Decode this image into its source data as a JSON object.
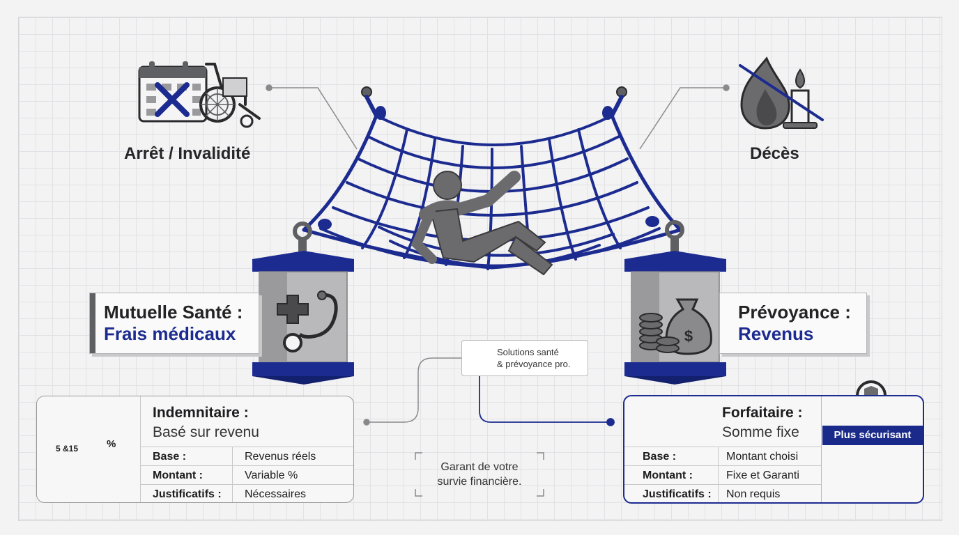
{
  "top_left": {
    "label": "Arrêt / Invalidité"
  },
  "top_right": {
    "label": "Décès"
  },
  "left_card": {
    "title": "Mutuelle Santé :",
    "subtitle": "Frais médicaux"
  },
  "right_card": {
    "title": "Prévoyance :",
    "subtitle": "Revenus"
  },
  "link_pill": {
    "line1": "Solutions santé",
    "line2": "& prévoyance pro."
  },
  "note": {
    "line1": "Garant de votre",
    "line2": "survie financière."
  },
  "scale_tags": {
    "left": "5 &15",
    "right": "%"
  },
  "left_panel": {
    "heading": "Indemnitaire :",
    "sub": "Basé sur revenu",
    "rows": [
      {
        "k": "Base :",
        "v": "Revenus réels"
      },
      {
        "k": "Montant :",
        "v": "Variable %"
      },
      {
        "k": "Justificatifs :",
        "v": "Nécessaires"
      }
    ]
  },
  "right_panel": {
    "heading": "Forfaitaire :",
    "sub": "Somme fixe",
    "badge": "Plus sécurisant",
    "rows": [
      {
        "k": "Base :",
        "v": "Montant choisi"
      },
      {
        "k": "Montant :",
        "v": "Fixe et Garanti"
      },
      {
        "k": "Justificatifs :",
        "v": "Non requis"
      }
    ]
  },
  "colors": {
    "navy": "#1c2b8f",
    "gray": "#5f6063",
    "panel_border_right": "#1c2b8f",
    "panel_border_left": "#9a9a9d"
  }
}
